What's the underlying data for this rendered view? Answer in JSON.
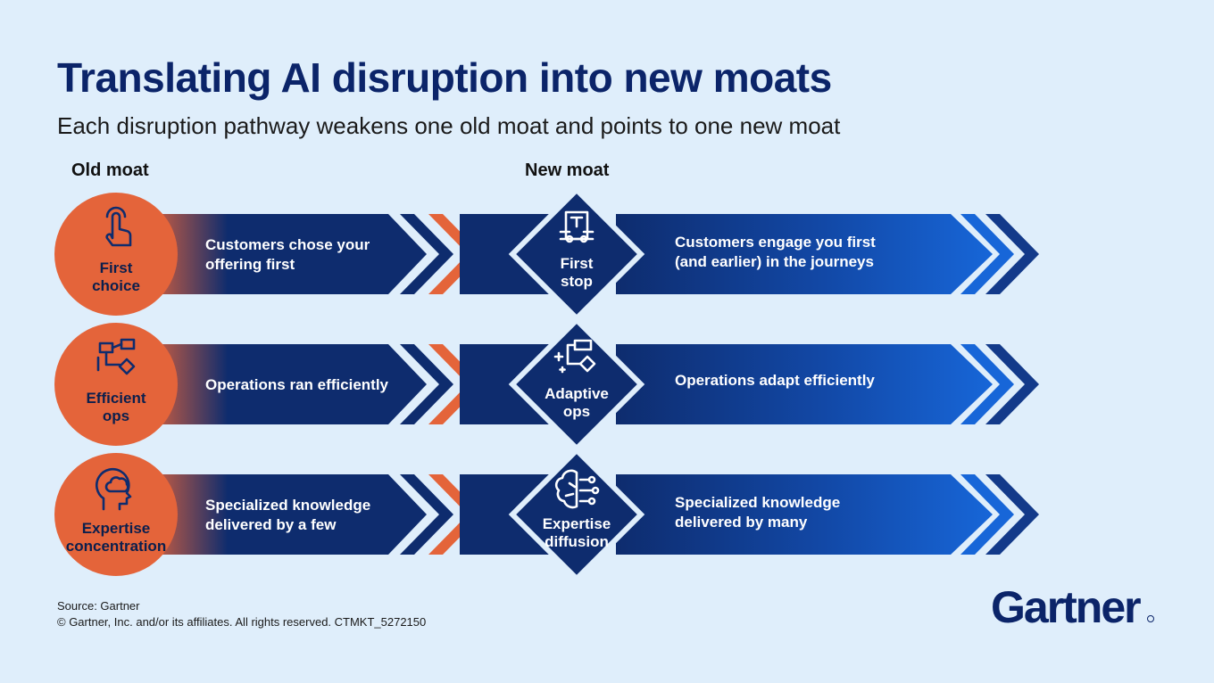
{
  "title": "Translating AI disruption into new moats",
  "subtitle": "Each disruption pathway weakens one old moat and points to one new moat",
  "headers": {
    "old_moat": "Old moat",
    "new_moat": "New moat"
  },
  "colors": {
    "navy": "#0e2c6e",
    "blue": "#1256b8",
    "orange": "#e4643a",
    "background": "#dfeefb"
  },
  "rows": [
    {
      "old_label_lines": [
        "First",
        "choice"
      ],
      "old_icon": "tap-hand-icon",
      "old_text_lines": [
        "Customers chose your",
        "offering first"
      ],
      "new_label_lines": [
        "First",
        "stop"
      ],
      "new_icon": "storefront-icon",
      "new_text_lines": [
        "Customers engage you first",
        "(and earlier) in the journeys"
      ]
    },
    {
      "old_label_lines": [
        "Efficient",
        "ops"
      ],
      "old_icon": "workflow-icon",
      "old_text_lines": [
        "Operations ran efficiently"
      ],
      "new_label_lines": [
        "Adaptive",
        "ops"
      ],
      "new_icon": "sparkle-workflow-icon",
      "new_text_lines": [
        "Operations adapt efficiently"
      ]
    },
    {
      "old_label_lines": [
        "Expertise",
        "concentration"
      ],
      "old_icon": "head-brain-icon",
      "old_text_lines": [
        "Specialized knowledge",
        "delivered by a few"
      ],
      "new_label_lines": [
        "Expertise",
        "diffusion"
      ],
      "new_icon": "brain-network-icon",
      "new_text_lines": [
        "Specialized knowledge",
        "delivered by many"
      ]
    }
  ],
  "footer": {
    "source": "Source: Gartner",
    "copyright": "© Gartner, Inc. and/or its affiliates. All rights reserved. CTMKT_5272150"
  },
  "logo_text": "Gartner"
}
